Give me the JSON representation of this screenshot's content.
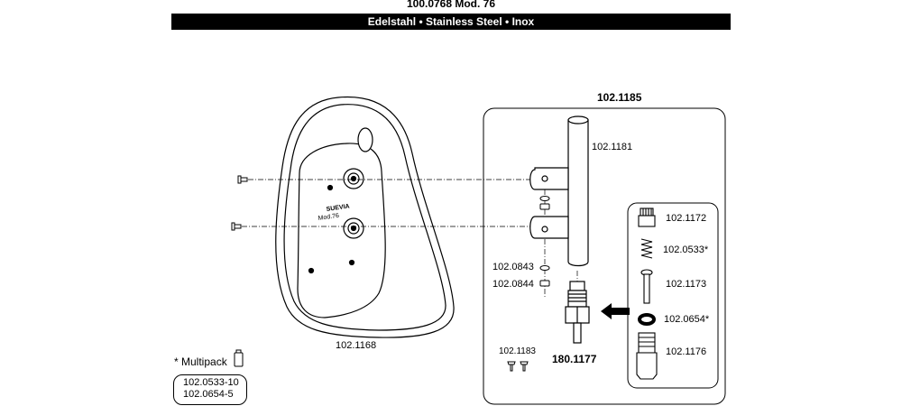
{
  "header": {
    "title": "100.0768 Mod. 76",
    "subtitle": "Edelstahl • Stainless Steel • Inox"
  },
  "parts": {
    "bowl": "102.1168",
    "kit": "102.1185",
    "pipe": "102.1181",
    "washer": "102.0843",
    "nut": "102.0844",
    "screws": "102.1183",
    "valve": "180.1177",
    "insert_kit": {
      "cap": "102.1172",
      "spring": "102.0533*",
      "pin": "102.1173",
      "oring": "102.0654*",
      "body": "102.1176"
    }
  },
  "logo": {
    "line1": "SUEVIA",
    "line2": "Mod.76"
  },
  "multipack": {
    "label": "* Multipack",
    "items": [
      "102.0533-10",
      "102.0654-5"
    ]
  },
  "colors": {
    "line": "#000000",
    "fill": "#ffffff",
    "bar": "#000000"
  }
}
